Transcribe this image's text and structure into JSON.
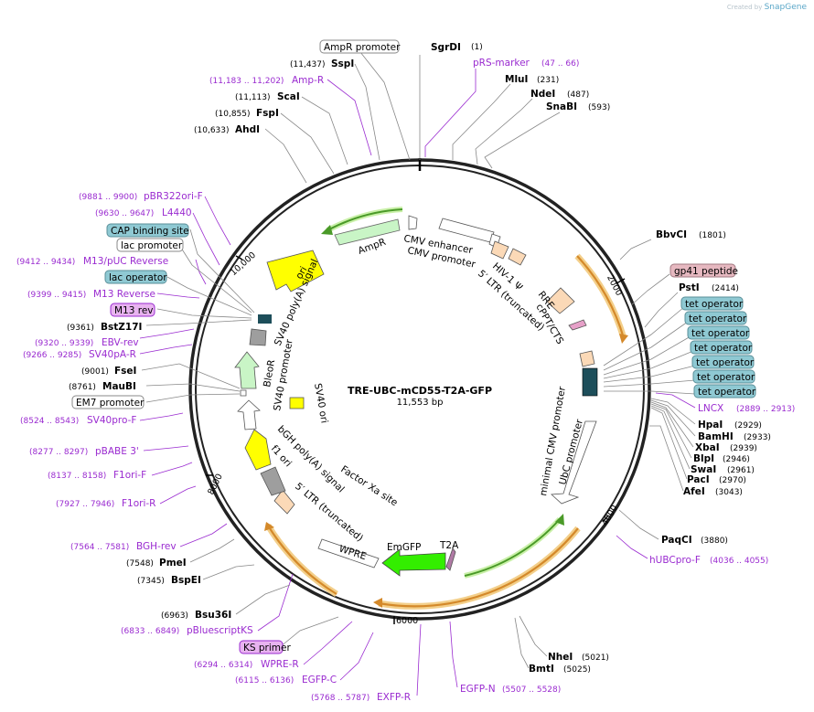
{
  "credit": {
    "prefix": "Created by",
    "brand": "SnapGene"
  },
  "plasmid": {
    "name": "TRE-UBC-mCD55-T2A-GFP",
    "length": "11,553 bp"
  },
  "ticks": [
    "2000",
    "4000",
    "6000",
    "8000",
    "10,000"
  ],
  "sites": {
    "sgrdi": {
      "name": "SgrDI",
      "loc": "(1)"
    },
    "prsmarker": {
      "name": "pRS-marker",
      "loc": "(47 .. 66)"
    },
    "mlui": {
      "name": "MluI",
      "loc": "(231)"
    },
    "ndei": {
      "name": "NdeI",
      "loc": "(487)"
    },
    "snabi": {
      "name": "SnaBI",
      "loc": "(593)"
    },
    "bbvci": {
      "name": "BbvCI",
      "loc": "(1801)"
    },
    "gp41": {
      "name": "gp41 peptide"
    },
    "psti": {
      "name": "PstI",
      "loc": "(2414)"
    },
    "tet1": {
      "name": "tet operator"
    },
    "tet2": {
      "name": "tet operator"
    },
    "tet3": {
      "name": "tet operator"
    },
    "tet4": {
      "name": "tet operator"
    },
    "tet5": {
      "name": "tet operator"
    },
    "tet6": {
      "name": "tet operator"
    },
    "tet7": {
      "name": "tet operator"
    },
    "lncx": {
      "name": "LNCX",
      "loc": "(2889 .. 2913)"
    },
    "hpai": {
      "name": "HpaI",
      "loc": "(2929)"
    },
    "bamhi": {
      "name": "BamHI",
      "loc": "(2933)"
    },
    "xbai": {
      "name": "XbaI",
      "loc": "(2939)"
    },
    "blpi": {
      "name": "BlpI",
      "loc": "(2946)"
    },
    "swai": {
      "name": "SwaI",
      "loc": "(2961)"
    },
    "paci": {
      "name": "PacI",
      "loc": "(2970)"
    },
    "afei": {
      "name": "AfeI",
      "loc": "(3043)"
    },
    "paqci": {
      "name": "PaqCI",
      "loc": "(3880)"
    },
    "hubcpro": {
      "name": "hUBCpro-F",
      "loc": "(4036 .. 4055)"
    },
    "nhei": {
      "name": "NheI",
      "loc": "(5021)"
    },
    "bmti": {
      "name": "BmtI",
      "loc": "(5025)"
    },
    "egfpn": {
      "name": "EGFP-N",
      "loc": "(5507 .. 5528)"
    },
    "exfpr": {
      "name": "EXFP-R",
      "loc": "(5768 .. 5787)"
    },
    "egfpc": {
      "name": "EGFP-C",
      "loc": "(6115 .. 6136)"
    },
    "wprer": {
      "name": "WPRE-R",
      "loc": "(6294 .. 6314)"
    },
    "ksprimer": {
      "name": "KS primer"
    },
    "pbluescriptks": {
      "name": "pBluescriptKS",
      "loc": "(6833 .. 6849)"
    },
    "bsu36i": {
      "name": "Bsu36I",
      "loc": "(6963)"
    },
    "bspei": {
      "name": "BspEI",
      "loc": "(7345)"
    },
    "pmei": {
      "name": "PmeI",
      "loc": "(7548)"
    },
    "bghrev": {
      "name": "BGH-rev",
      "loc": "(7564 .. 7581)"
    },
    "f1orir": {
      "name": "F1ori-R",
      "loc": "(7927 .. 7946)"
    },
    "f1orif": {
      "name": "F1ori-F",
      "loc": "(8137 .. 8158)"
    },
    "pbabe3": {
      "name": "pBABE 3'",
      "loc": "(8277 .. 8297)"
    },
    "sv40prof": {
      "name": "SV40pro-F",
      "loc": "(8524 .. 8543)"
    },
    "em7": {
      "name": "EM7 promoter"
    },
    "maubi": {
      "name": "MauBI",
      "loc": "(8761)"
    },
    "fsei": {
      "name": "FseI",
      "loc": "(9001)"
    },
    "sv40par": {
      "name": "SV40pA-R",
      "loc": "(9266 .. 9285)"
    },
    "ebvrev": {
      "name": "EBV-rev",
      "loc": "(9320 .. 9339)"
    },
    "bstz17i": {
      "name": "BstZ17I",
      "loc": "(9361)"
    },
    "m13rev": {
      "name": "M13 rev"
    },
    "m13reverse": {
      "name": "M13 Reverse",
      "loc": "(9399 .. 9415)"
    },
    "lacop": {
      "name": "lac operator"
    },
    "m13puc": {
      "name": "M13/pUC Reverse",
      "loc": "(9412 .. 9434)"
    },
    "lacpro": {
      "name": "lac promoter"
    },
    "cap": {
      "name": "CAP binding site"
    },
    "l4440": {
      "name": "L4440",
      "loc": "(9630 .. 9647)"
    },
    "pbr322": {
      "name": "pBR322ori-F",
      "loc": "(9881 .. 9900)"
    },
    "ahdi": {
      "name": "AhdI",
      "loc": "(10,633)"
    },
    "fspi": {
      "name": "FspI",
      "loc": "(10,855)"
    },
    "scai": {
      "name": "ScaI",
      "loc": "(11,113)"
    },
    "ampr": {
      "name": "Amp-R",
      "loc": "(11,183 .. 11,202)"
    },
    "sspi": {
      "name": "SspI",
      "loc": "(11,437)"
    },
    "amprpromoter": {
      "name": "AmpR promoter"
    }
  },
  "features": {
    "ampr": "AmpR",
    "cmv_enhancer": "CMV enhancer",
    "cmv_promoter": "CMV promoter",
    "hiv_psi": "HIV-1 Ψ",
    "ltr5": "5′ LTR (truncated)",
    "rre": "RRE",
    "cppt": "cPPT/CTS",
    "min_cmv": "minimal CMV promoter",
    "ubc": "UbC promoter",
    "t2a": "T2A",
    "emgfp": "EmGFP",
    "wpre": "WPRE",
    "ltr3": "5′ LTR (truncated)",
    "factor_xa": "Factor Xa site",
    "bgh": "bGH poly(A) signal",
    "f1ori": "f1 ori",
    "sv40_ori": "SV40 ori",
    "sv40_promoter": "SV40 promoter",
    "bleor": "BleoR",
    "sv40_polya": "SV40 poly(A) signal",
    "ori": "ori"
  },
  "colors": {
    "backbone": "#222222",
    "primer": "#9a2bd0",
    "orange_feature": "#e8a23a",
    "green_feature": "#5cb832",
    "emgfp": "#33ee00",
    "ori": "#ffff00",
    "tet_box": "#8fc9d3",
    "gp41_box": "#e6b8c0"
  }
}
